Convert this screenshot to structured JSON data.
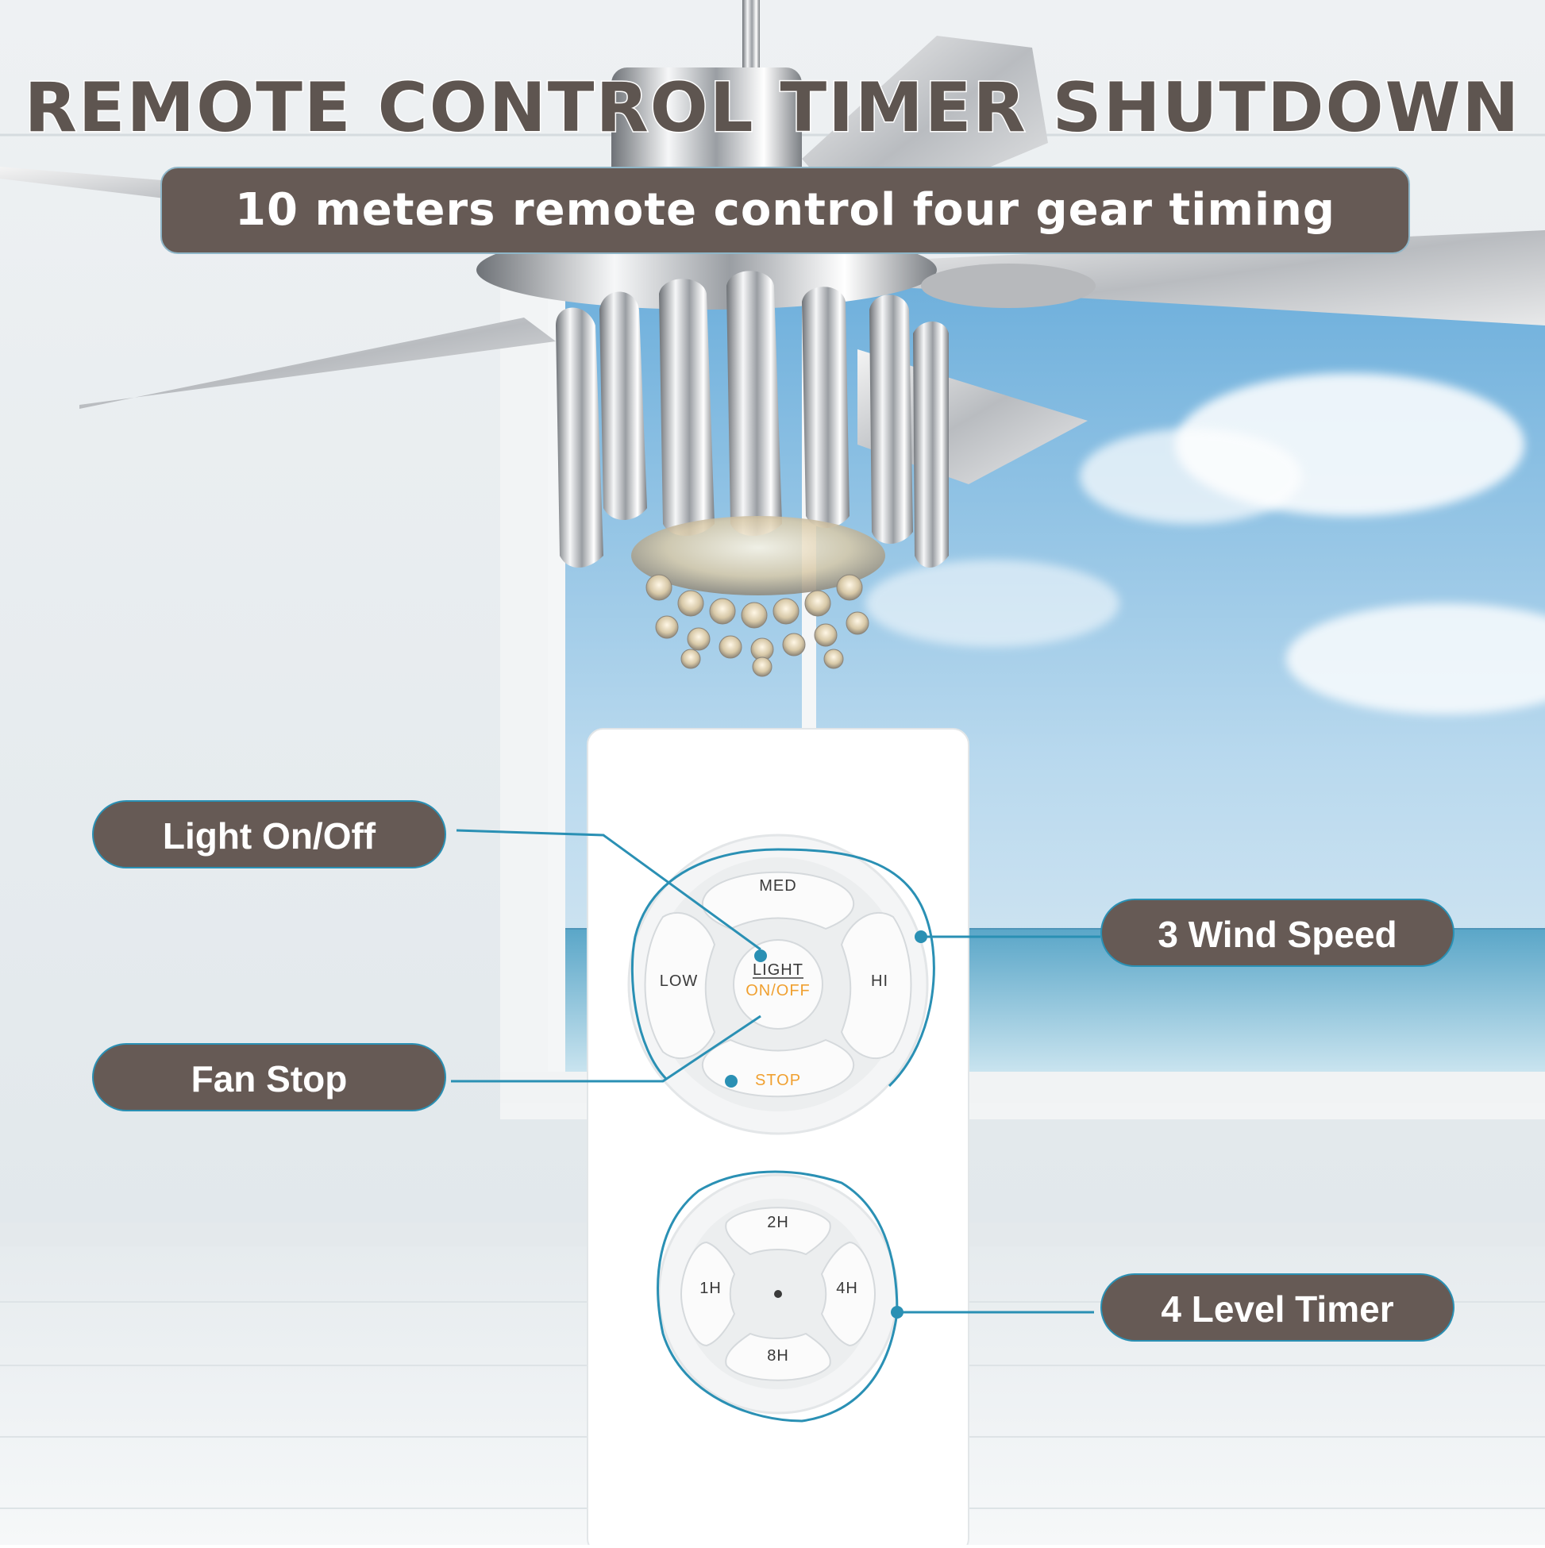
{
  "header": {
    "title": "REMOTE CONTROL TIMER SHUTDOWN",
    "subtitle": "10 meters remote control four gear timing"
  },
  "callouts": {
    "light": "Light On/Off",
    "fan_stop": "Fan Stop",
    "wind_speed": "3 Wind Speed",
    "timer": "4 Level Timer"
  },
  "remote": {
    "speed_buttons": {
      "med": "MED",
      "low": "LOW",
      "hi": "HI",
      "stop": "STOP",
      "light_line1": "LIGHT",
      "light_line2": "ON/OFF"
    },
    "timer_buttons": {
      "t2": "2H",
      "t1": "1H",
      "t4": "4H",
      "t8": "8H"
    }
  },
  "colors": {
    "pill_bg": "#665a55",
    "accent_line": "#2a90b4",
    "orange_label": "#f0a030"
  }
}
